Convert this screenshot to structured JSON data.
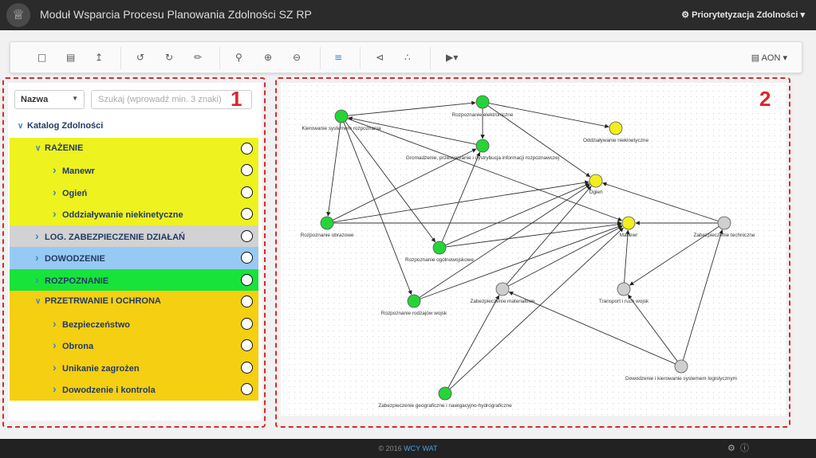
{
  "header": {
    "title": "Moduł Wsparcia Procesu Planowania Zdolności SZ RP",
    "user_menu": "Priorytetyzacja Zdolności"
  },
  "toolbar": {
    "aon_label": "AON"
  },
  "annotations": {
    "one": "1",
    "two": "2"
  },
  "left": {
    "sort_value": "Nazwa",
    "search_placeholder": "Szukaj (wprowadź min. 3 znaki)",
    "items": [
      {
        "label": "Katalog Zdolności",
        "color": "#ffffff"
      },
      {
        "label": "RAŻENIE",
        "color": "#eef21e"
      },
      {
        "label": "Manewr",
        "color": "#eef21e"
      },
      {
        "label": "Ogień",
        "color": "#eef21e"
      },
      {
        "label": "Oddziaływanie niekinetyczne",
        "color": "#eef21e"
      },
      {
        "label": "LOG. ZABEZPIECZENIE DZIAŁAŃ",
        "color": "#d2d2d2"
      },
      {
        "label": "DOWODZENIE",
        "color": "#97c9f5"
      },
      {
        "label": "ROZPOZNANIE",
        "color": "#18e33b"
      },
      {
        "label": "PRZETRWANIE I OCHRONA",
        "color": "#f5cf11"
      },
      {
        "label": "Bezpieczeństwo",
        "color": "#f5cf11"
      },
      {
        "label": "Obrona",
        "color": "#f5cf11"
      },
      {
        "label": "Unikanie zagrożen",
        "color": "#f5cf11"
      },
      {
        "label": "Dowodzenie i kontrola",
        "color": "#f5cf11"
      }
    ]
  },
  "graph": {
    "node_colors": {
      "green": "#27d438",
      "yellow": "#f3ee1d",
      "gray": "#cfcfcf"
    },
    "nodes": [
      {
        "label": "Kierowanie systemem rozpoznania",
        "color": "green"
      },
      {
        "label": "Rozpoznanie elektroniczne",
        "color": "green"
      },
      {
        "label": "Oddziaływanie niekinetyczne",
        "color": "yellow"
      },
      {
        "label": "Gromadzenie, przetwarzanie i dystrybucja informacji rozpoznawczej",
        "color": "green"
      },
      {
        "label": "Ogień",
        "color": "yellow"
      },
      {
        "label": "Rozpoznanie obrazowe",
        "color": "green"
      },
      {
        "label": "Manewr",
        "color": "yellow"
      },
      {
        "label": "Zabezpieczenie techniczne",
        "color": "gray"
      },
      {
        "label": "Rozpoznanie ogólnowojskowe",
        "color": "green"
      },
      {
        "label": "Zabezpieczenie materiałowe",
        "color": "gray"
      },
      {
        "label": "Transport i ruch wojsk",
        "color": "gray"
      },
      {
        "label": "Rozpoznanie rodzajów wojsk",
        "color": "green"
      },
      {
        "label": "Dowodzenie i kierowanie systemem logistycznym",
        "color": "gray"
      },
      {
        "label": "Zabezpieczenie geograficzne i nawigacyjno-hydrograficzne",
        "color": "green"
      }
    ],
    "edges": [
      [
        "Kierowanie systemem rozpoznania",
        "Rozpoznanie elektroniczne"
      ],
      [
        "Kierowanie systemem rozpoznania",
        "Rozpoznanie obrazowe"
      ],
      [
        "Kierowanie systemem rozpoznania",
        "Rozpoznanie ogólnowojskowe"
      ],
      [
        "Kierowanie systemem rozpoznania",
        "Rozpoznanie rodzajów wojsk"
      ],
      [
        "Kierowanie systemem rozpoznania",
        "Manewr"
      ],
      [
        "Rozpoznanie elektroniczne",
        "Oddziaływanie niekinetyczne"
      ],
      [
        "Rozpoznanie elektroniczne",
        "Gromadzenie, przetwarzanie i dystrybucja informacji rozpoznawczej"
      ],
      [
        "Rozpoznanie elektroniczne",
        "Ogień"
      ],
      [
        "Gromadzenie, przetwarzanie i dystrybucja informacji rozpoznawczej",
        "Kierowanie systemem rozpoznania"
      ],
      [
        "Rozpoznanie obrazowe",
        "Gromadzenie, przetwarzanie i dystrybucja informacji rozpoznawczej"
      ],
      [
        "Rozpoznanie obrazowe",
        "Ogień"
      ],
      [
        "Rozpoznanie obrazowe",
        "Manewr"
      ],
      [
        "Rozpoznanie ogólnowojskowe",
        "Gromadzenie, przetwarzanie i dystrybucja informacji rozpoznawczej"
      ],
      [
        "Rozpoznanie ogólnowojskowe",
        "Ogień"
      ],
      [
        "Rozpoznanie ogólnowojskowe",
        "Manewr"
      ],
      [
        "Rozpoznanie rodzajów wojsk",
        "Ogień"
      ],
      [
        "Rozpoznanie rodzajów wojsk",
        "Manewr"
      ],
      [
        "Zabezpieczenie techniczne",
        "Ogień"
      ],
      [
        "Zabezpieczenie techniczne",
        "Manewr"
      ],
      [
        "Zabezpieczenie techniczne",
        "Transport i ruch wojsk"
      ],
      [
        "Zabezpieczenie materiałowe",
        "Ogień"
      ],
      [
        "Zabezpieczenie materiałowe",
        "Manewr"
      ],
      [
        "Transport i ruch wojsk",
        "Manewr"
      ],
      [
        "Dowodzenie i kierowanie systemem logistycznym",
        "Zabezpieczenie materiałowe"
      ],
      [
        "Dowodzenie i kierowanie systemem logistycznym",
        "Transport i ruch wojsk"
      ],
      [
        "Dowodzenie i kierowanie systemem logistycznym",
        "Zabezpieczenie techniczne"
      ],
      [
        "Zabezpieczenie geograficzne i nawigacyjno-hydrograficzne",
        "Zabezpieczenie materiałowe"
      ],
      [
        "Zabezpieczenie geograficzne i nawigacyjno-hydrograficzne",
        "Manewr"
      ]
    ]
  },
  "footer": {
    "copyright": "© 2016",
    "org": "WCY WAT"
  }
}
